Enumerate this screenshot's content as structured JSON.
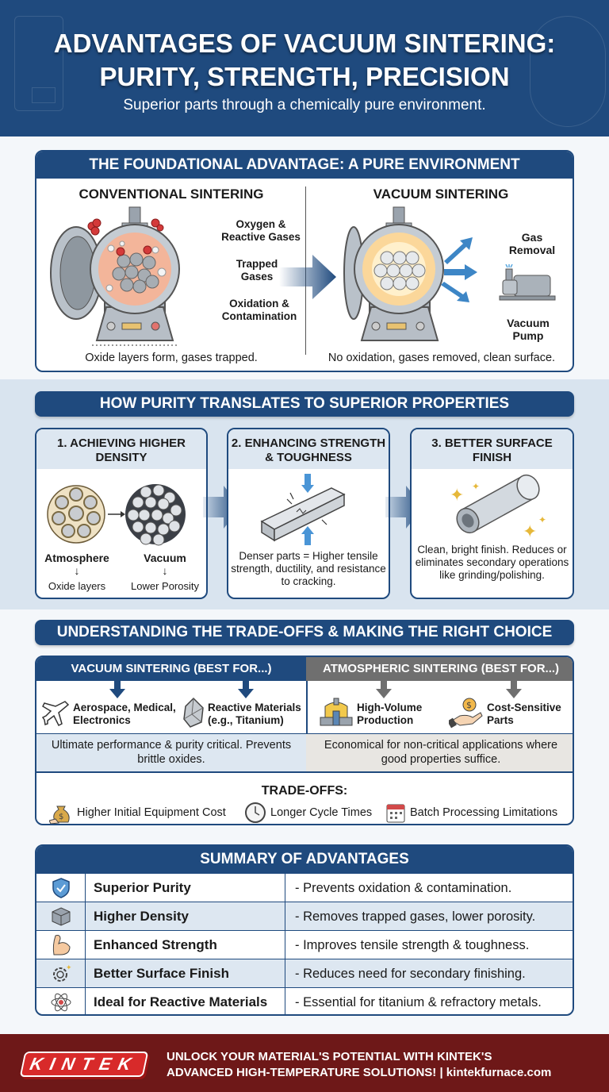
{
  "header": {
    "title_line1": "ADVANTAGES OF VACUUM SINTERING:",
    "title_line2": "PURITY, STRENGTH, PRECISION",
    "subtitle": "Superior parts through a chemically pure environment."
  },
  "foundation": {
    "title": "THE FOUNDATIONAL ADVANTAGE: A PURE ENVIRONMENT",
    "conventional": {
      "heading": "CONVENTIONAL SINTERING",
      "labels": [
        "Oxygen & Reactive Gases",
        "Trapped Gases",
        "Oxidation & Contamination"
      ],
      "caption": "Oxide layers form, gases trapped."
    },
    "vacuum": {
      "heading": "VACUUM SINTERING",
      "labels": [
        "Gas Removal",
        "Vacuum Pump"
      ],
      "caption": "No oxidation, gases removed, clean surface."
    }
  },
  "properties": {
    "title": "HOW PURITY TRANSLATES TO SUPERIOR PROPERTIES",
    "steps": [
      {
        "title": "1. ACHIEVING HIGHER DENSITY",
        "left_label": "Atmosphere",
        "left_result": "Oxide layers",
        "right_label": "Vacuum",
        "right_result": "Lower Porosity"
      },
      {
        "title": "2. ENHANCING STRENGTH & TOUGHNESS",
        "text": "Denser parts = Higher tensile strength, ductility, and resistance to cracking."
      },
      {
        "title": "3. BETTER SURFACE FINISH",
        "text": "Clean, bright finish. Reduces or eliminates secondary operations like grinding/polishing."
      }
    ]
  },
  "tradeoffs": {
    "title": "UNDERSTANDING THE TRADE-OFFS & MAKING THE RIGHT CHOICE",
    "vacuum": {
      "heading": "VACUUM SINTERING (BEST FOR...)",
      "items": [
        {
          "icon": "airplane-icon",
          "label": "Aerospace, Medical, Electronics"
        },
        {
          "icon": "crystal-icon",
          "label": "Reactive Materials (e.g., Titanium)"
        }
      ],
      "description": "Ultimate performance & purity critical. Prevents brittle oxides."
    },
    "atmospheric": {
      "heading": "ATMOSPHERIC SINTERING (BEST FOR...)",
      "items": [
        {
          "icon": "factory-icon",
          "label": "High-Volume Production"
        },
        {
          "icon": "coin-hand-icon",
          "label": "Cost-Sensitive Parts"
        }
      ],
      "description": "Economical for non-critical applications where good properties suffice."
    },
    "tradeoffs_title": "TRADE-OFFS:",
    "tradeoff_items": [
      {
        "icon": "money-bag-icon",
        "label": "Higher Initial Equipment Cost"
      },
      {
        "icon": "clock-icon",
        "label": "Longer Cycle Times"
      },
      {
        "icon": "calendar-icon",
        "label": "Batch Processing Limitations"
      }
    ]
  },
  "summary": {
    "title": "SUMMARY OF ADVANTAGES",
    "rows": [
      {
        "icon": "shield-check-icon",
        "name": "Superior Purity",
        "desc": "- Prevents oxidation & contamination."
      },
      {
        "icon": "cube-icon",
        "name": "Higher Density",
        "desc": "- Removes trapped gases, lower porosity."
      },
      {
        "icon": "flexed-arm-icon",
        "name": "Enhanced Strength",
        "desc": "- Improves tensile strength & toughness."
      },
      {
        "icon": "gear-sparkle-icon",
        "name": "Better Surface Finish",
        "desc": "- Reduces need for secondary finishing."
      },
      {
        "icon": "atom-icon",
        "name": "Ideal for Reactive Materials",
        "desc": "- Essential for titanium & refractory metals."
      }
    ]
  },
  "footer": {
    "logo": "KINTEK",
    "line1": "UNLOCK YOUR MATERIAL'S POTENTIAL WITH KINTEK'S",
    "line2": "ADVANCED HIGH-TEMPERATURE SOLUTIONS!  |  kintekfurnace.com"
  },
  "colors": {
    "brand_blue": "#1f4a7e",
    "atmospheric_gray": "#6f6f6f",
    "footer_red": "#6e1818",
    "logo_red": "#d82a2a",
    "light_blue": "#dde7f1"
  }
}
